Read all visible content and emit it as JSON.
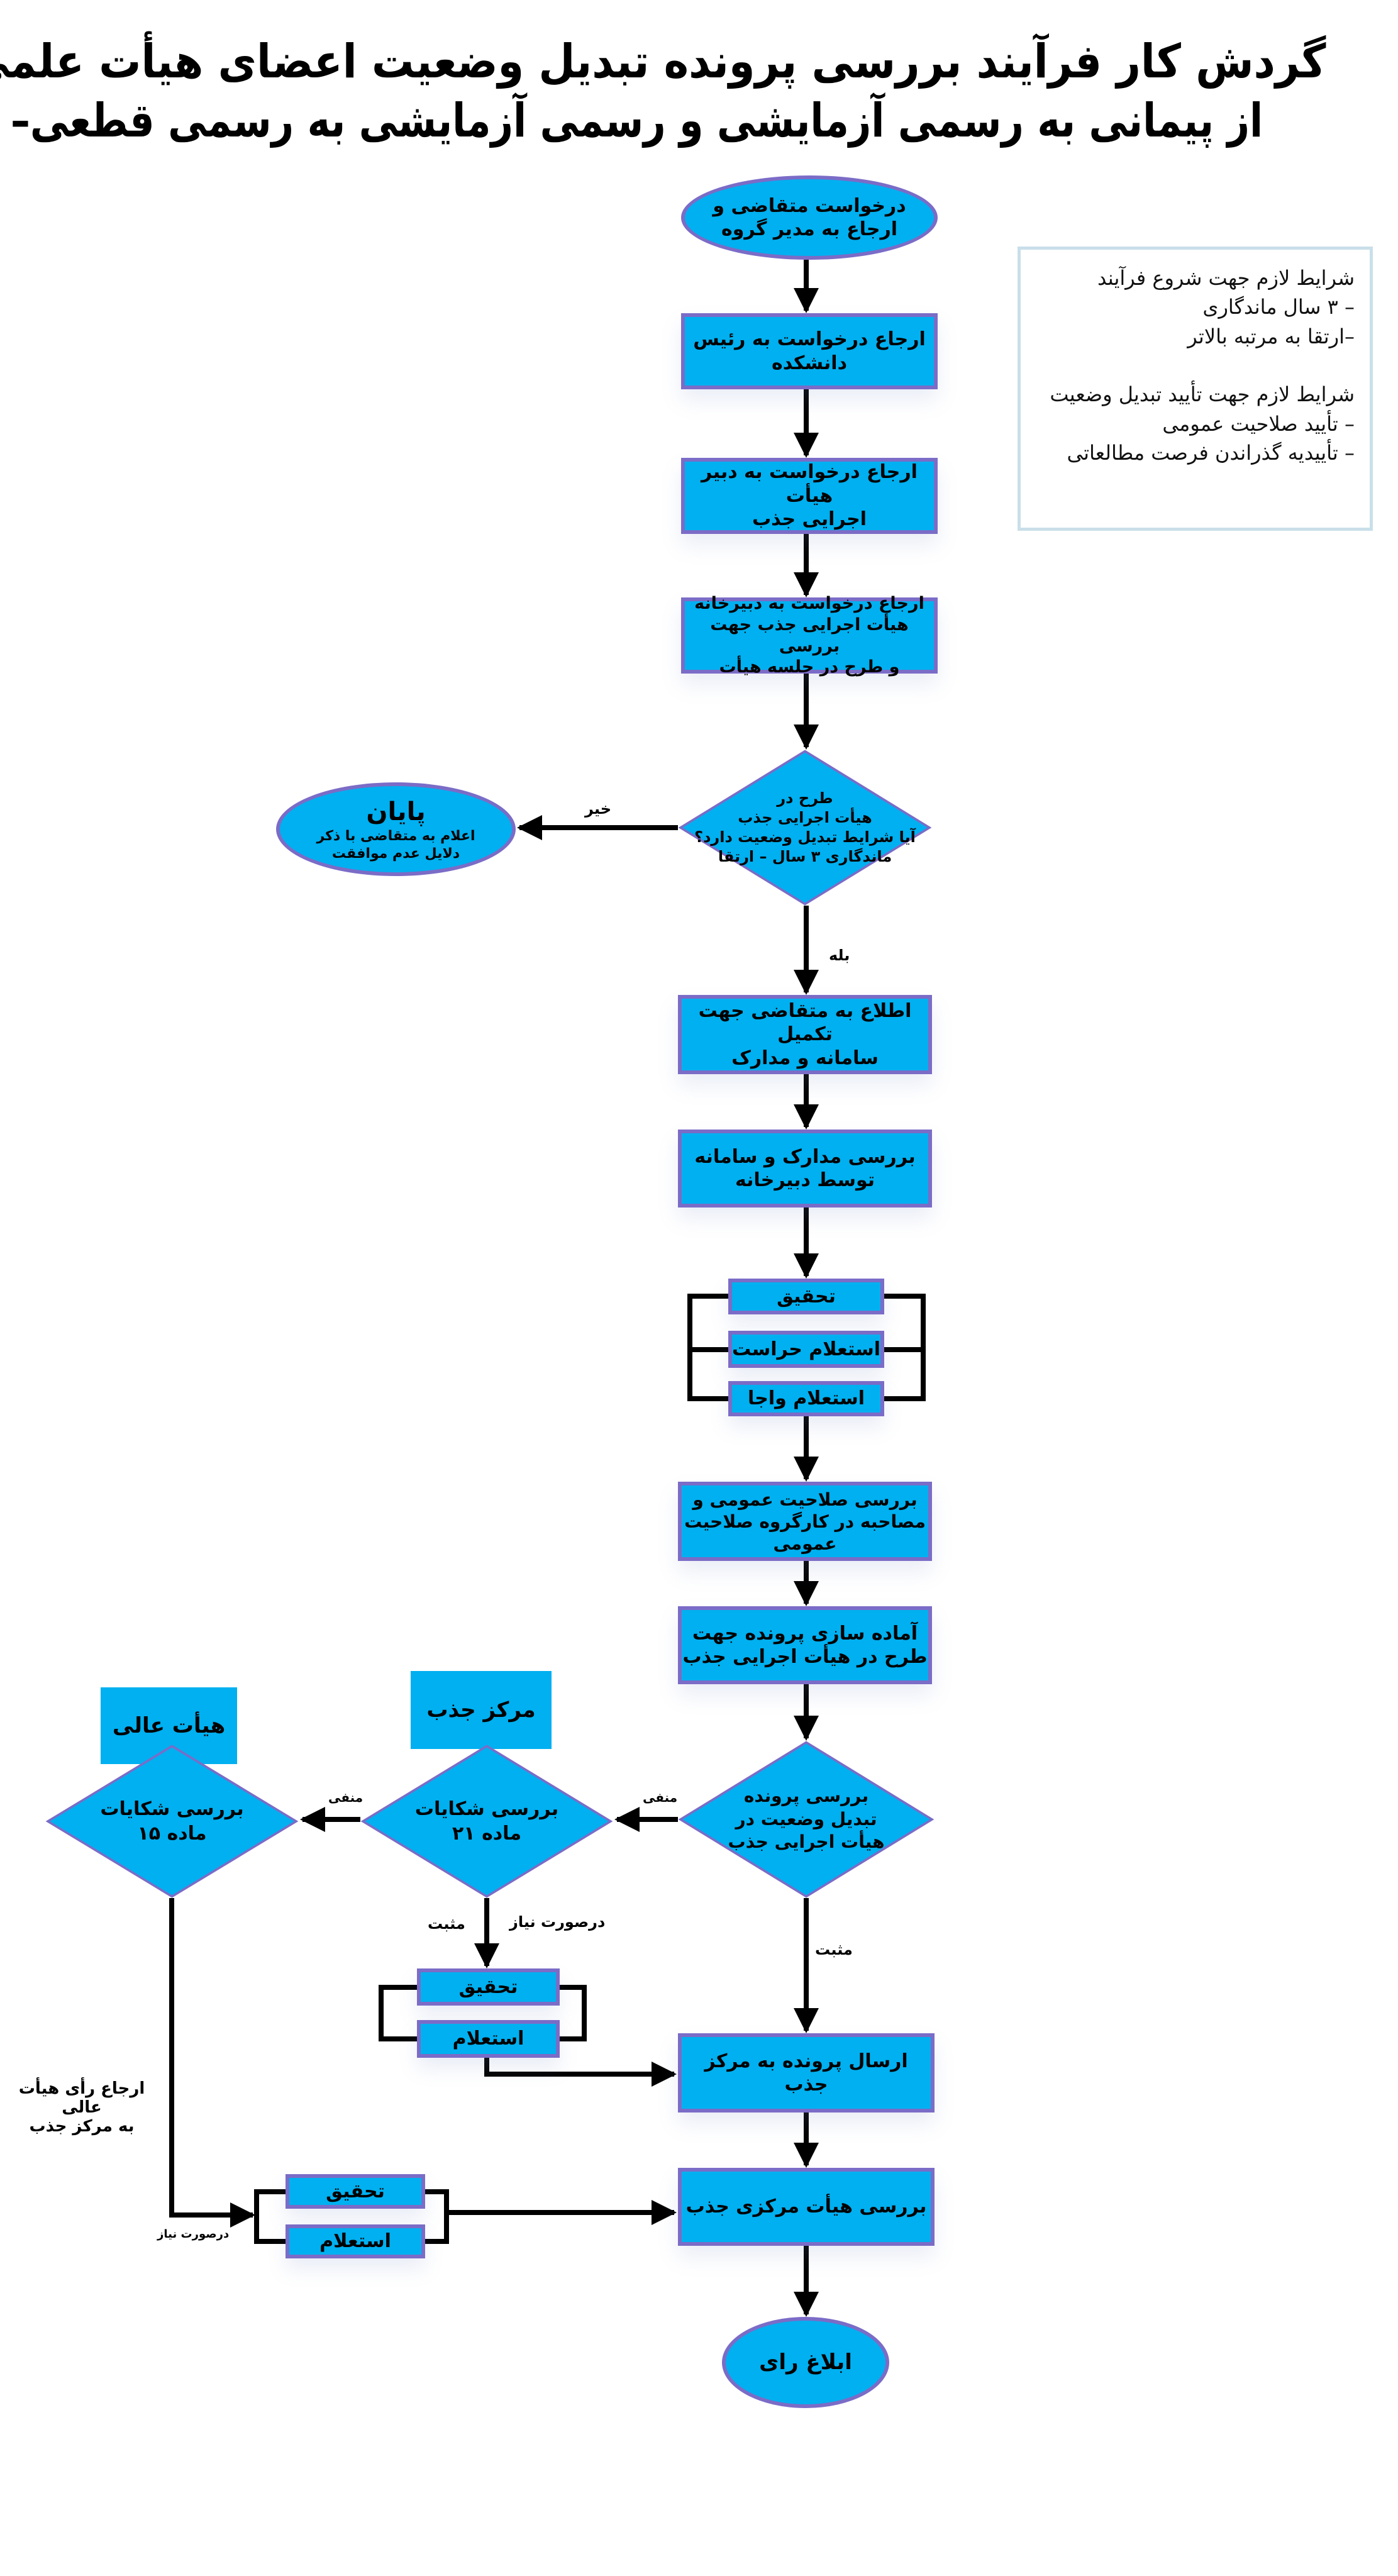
{
  "title": {
    "line1": "گردش کار فرآیند بررسی پرونده تبدیل وضعیت اعضای هیأت علمی",
    "line2": "از پیمانی به رسمی آزمایشی و رسمی آزمایشی به رسمی قطعی– ارتقا"
  },
  "side_note": {
    "lines": [
      "شرایط لازم جهت شروع فرآیند",
      "– ۳ سال ماندگاری",
      "–ارتقا به مرتبه بالاتر",
      "",
      "شرایط لازم جهت تأیید تبدیل وضعیت",
      "– تأیید صلاحیت عمومی",
      "– تأییدیه گذراندن فرصت مطالعاتی"
    ]
  },
  "nodes": {
    "start": "درخواست متقاضی و\nارجاع به مدیر گروه",
    "step1": "ارجاع درخواست به رئیس\nدانشکده",
    "step2": "ارجاع درخواست به دبیر هیأت\nاجرایی جذب",
    "step3": "ارجاع درخواست به دبیرخانه\nهیأت اجرایی جذب جهت بررسی\nو طرح در جلسه هیأت",
    "decision1": "طرح در\nهیأت اجرایی جذب\nآیا شرایط تبدیل وضعیت دارد؟\nماندگاری ۳ سال – ارتقا",
    "end_reject_title": "پایان",
    "end_reject_text": "اعلام به متقاضی با ذکر\nدلایل عدم موافقت",
    "step4": "اطلاع به متقاضی جهت تکمیل\nسامانه و مدارک",
    "step5": "بررسی مدارک و سامانه\nتوسط دبیرخانه",
    "parallel1": [
      "تحقیق",
      "استعلام حراست",
      "استعلام واجا"
    ],
    "step6": "بررسی صلاحیت عمومی و\nمصاحبه در کارگروه صلاحیت\nعمومی",
    "step7": "آماده سازی پرونده جهت\nطرح در هیأت اجرایی جذب",
    "decision2": "بررسی پرونده\nتبدیل وضعیت در\nهیأت اجرایی جذب",
    "center_header": "مرکز جذب",
    "decision3": "بررسی شکایات\nماده ۲۱",
    "high_header": "هیأت عالی",
    "decision4": "بررسی شکایات\nماده ۱۵",
    "parallel2": [
      "تحقیق",
      "استعلام"
    ],
    "parallel3": [
      "تحقیق",
      "استعلام"
    ],
    "step8": "ارسال پرونده به مرکز جذب",
    "step9": "بررسی هیأت مرکزی جذب",
    "end": "ابلاغ رای"
  },
  "labels": {
    "no": "خیر",
    "yes": "بله",
    "negative1": "منفی",
    "negative2": "منفی",
    "positive1": "مثبت",
    "positive2": "مثبت",
    "if_needed1": "درصورت نیاز",
    "if_needed2": "درصورت نیاز",
    "refer_vote": "ارجاع رأی هیأت عالی\nبه مرکز جذب"
  },
  "colors": {
    "fill": "#00b0f0",
    "border": "#7b6cc7",
    "line": "#000000"
  }
}
